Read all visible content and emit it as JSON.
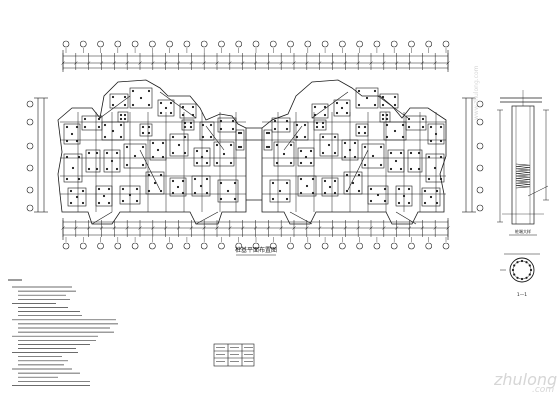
{
  "plan_title": "桩基平面布置图",
  "detail_label": "桩端大样",
  "section_label": "1—1",
  "watermark_brand": "zhulong",
  "watermark_domain": ".com",
  "watermark_url": "www.zhulong.com",
  "colors": {
    "line": "#1a1a1a",
    "bg": "#ffffff",
    "watermark": "#d6d6d6"
  }
}
